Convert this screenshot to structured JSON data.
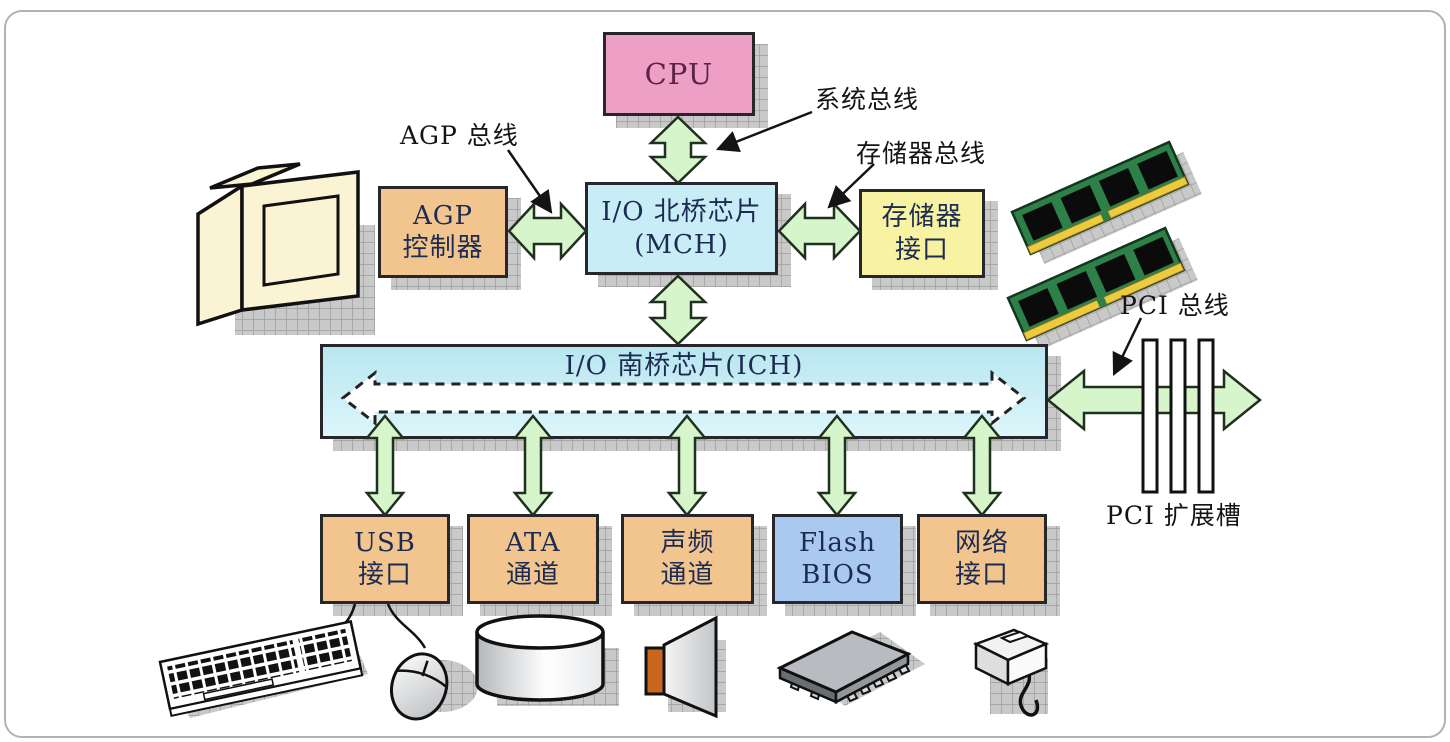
{
  "diagram": {
    "boxes": {
      "cpu": {
        "label": "CPU",
        "fill": "#ee9fc6"
      },
      "agp_controller": {
        "label": "AGP\n控制器",
        "fill": "#f2c58f"
      },
      "north_bridge": {
        "label": "I/O 北桥芯片\n(MCH)",
        "fill": "#c9edf7"
      },
      "memory_interface": {
        "label": "存储器\n接口",
        "fill": "#f8f3a2"
      },
      "south_bridge": {
        "label": "I/O 南桥芯片(ICH)",
        "fill": "#c9edf7"
      },
      "usb": {
        "label": "USB\n接口",
        "fill": "#f2c58f"
      },
      "ata": {
        "label": "ATA\n通道",
        "fill": "#f2c58f"
      },
      "audio": {
        "label": "声频\n通道",
        "fill": "#f2c58f"
      },
      "flash_bios": {
        "label": "Flash\nBIOS",
        "fill": "#a9c9ee"
      },
      "network": {
        "label": "网络\n接口",
        "fill": "#f2c58f"
      }
    },
    "labels": {
      "system_bus": "系统总线",
      "agp_bus": "AGP 总线",
      "memory_bus": "存储器总线",
      "pci_bus": "PCI 总线",
      "pci_slot": "PCI 扩展槽"
    },
    "icons": [
      "monitor-icon",
      "ram-module-icon",
      "keyboard-icon",
      "mouse-icon",
      "disk-icon",
      "speaker-icon",
      "chip-icon",
      "network-plug-icon",
      "pci-slots-icon"
    ],
    "colors": {
      "arrow_fill": "#d6f5cb",
      "arrow_stroke": "#20301f",
      "shadow_fill": "#c9c9c9",
      "shadow_grid": "#9e9e9e",
      "box_border": "#26262b",
      "text_dark_navy": "#1c2b52",
      "cpu_text": "#5e2446",
      "frame_border": "#b2b2b2"
    }
  }
}
